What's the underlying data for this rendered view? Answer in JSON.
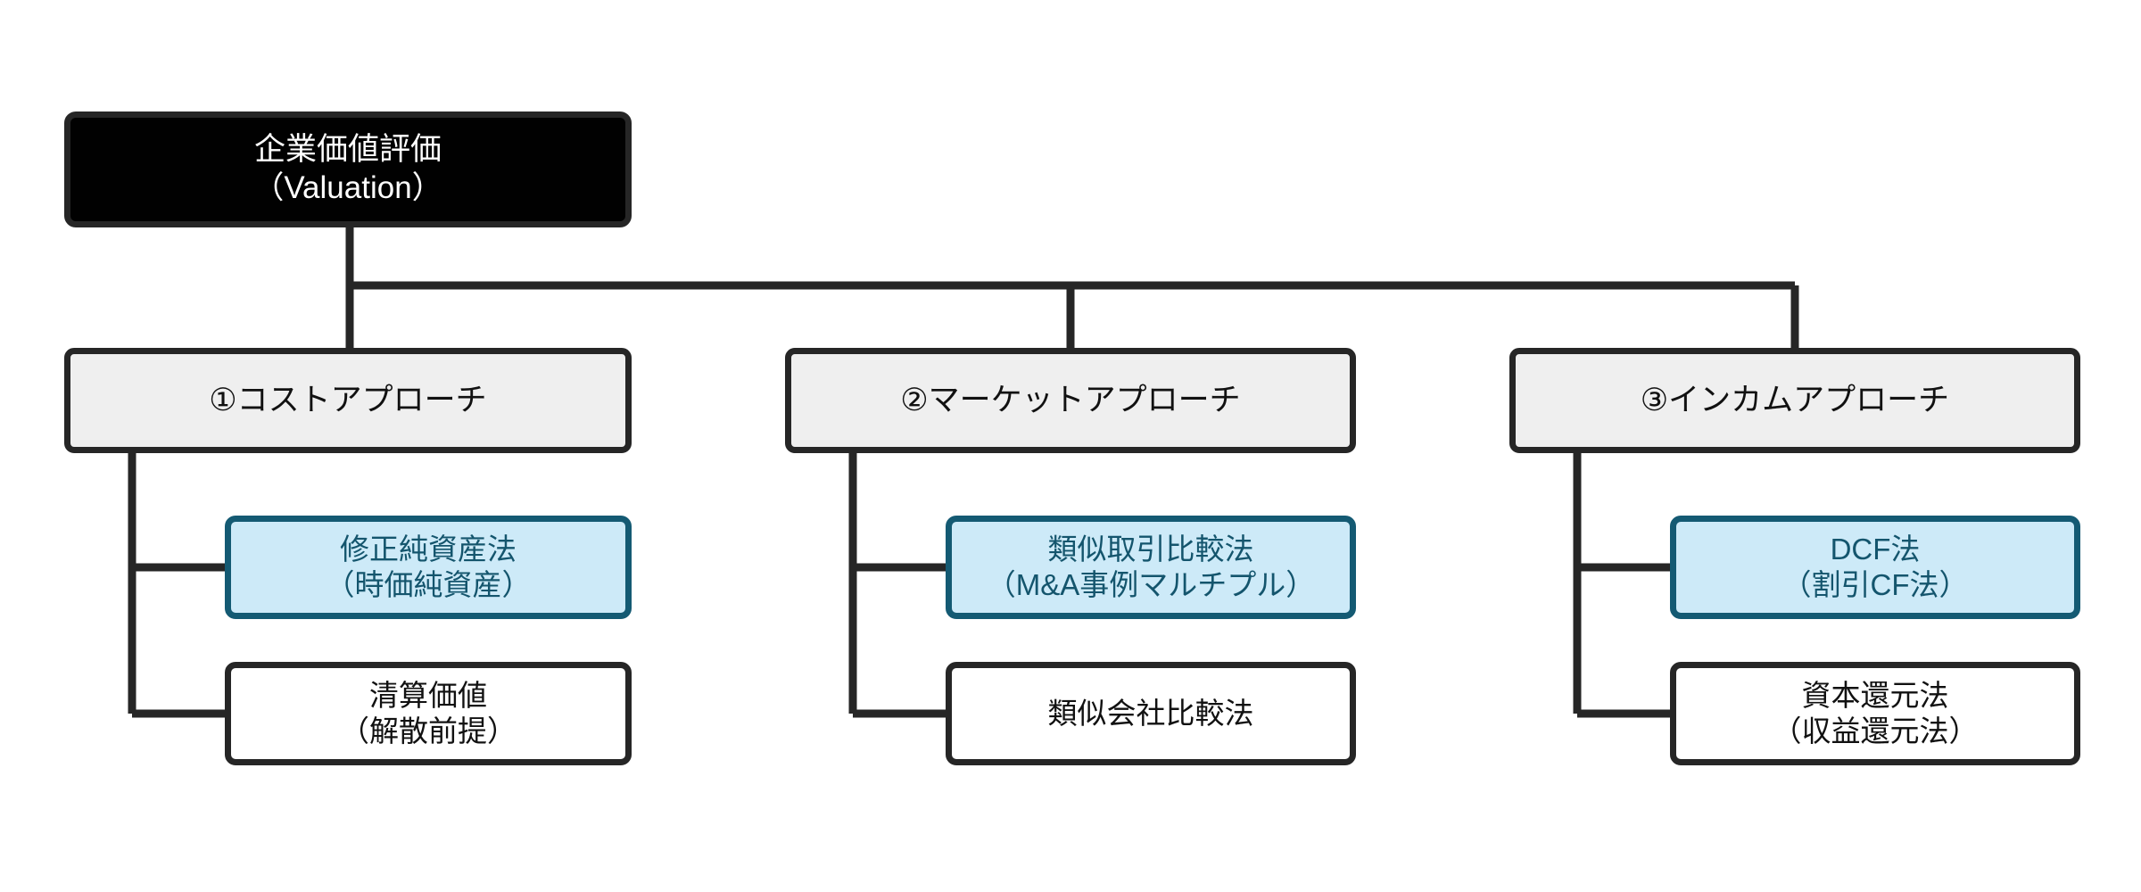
{
  "diagram": {
    "title_text": "企業価値評価",
    "type": "tree",
    "background_color": "#ffffff",
    "colors": {
      "root_fill": "#010101",
      "root_text": "#ffffff",
      "category_fill": "#efefef",
      "category_text": "#111111",
      "highlight_fill": "#cdeaf8",
      "highlight_border": "#145a73",
      "highlight_text": "#14556d",
      "leaf_fill": "#ffffff",
      "leaf_text": "#111111",
      "connector": "#262626"
    },
    "root": {
      "line1": "企業価値評価",
      "line2": "（Valuation）"
    },
    "branches": [
      {
        "label": "①コストアプローチ",
        "children": [
          {
            "line1": "修正純資産法",
            "line2": "（時価純資産）",
            "style": "highlight"
          },
          {
            "line1": "清算価値",
            "line2": "（解散前提）",
            "style": "plain"
          }
        ]
      },
      {
        "label": "②マーケットアプローチ",
        "children": [
          {
            "line1": "類似取引比較法",
            "line2": "（M&A事例マルチプル）",
            "style": "highlight"
          },
          {
            "line1": "類似会社比較法",
            "line2": "",
            "style": "plain"
          }
        ]
      },
      {
        "label": "③インカムアプローチ",
        "children": [
          {
            "line1": "DCF法",
            "line2": "（割引CF法）",
            "style": "highlight"
          },
          {
            "line1": "資本還元法",
            "line2": "（収益還元法）",
            "style": "plain"
          }
        ]
      }
    ]
  }
}
